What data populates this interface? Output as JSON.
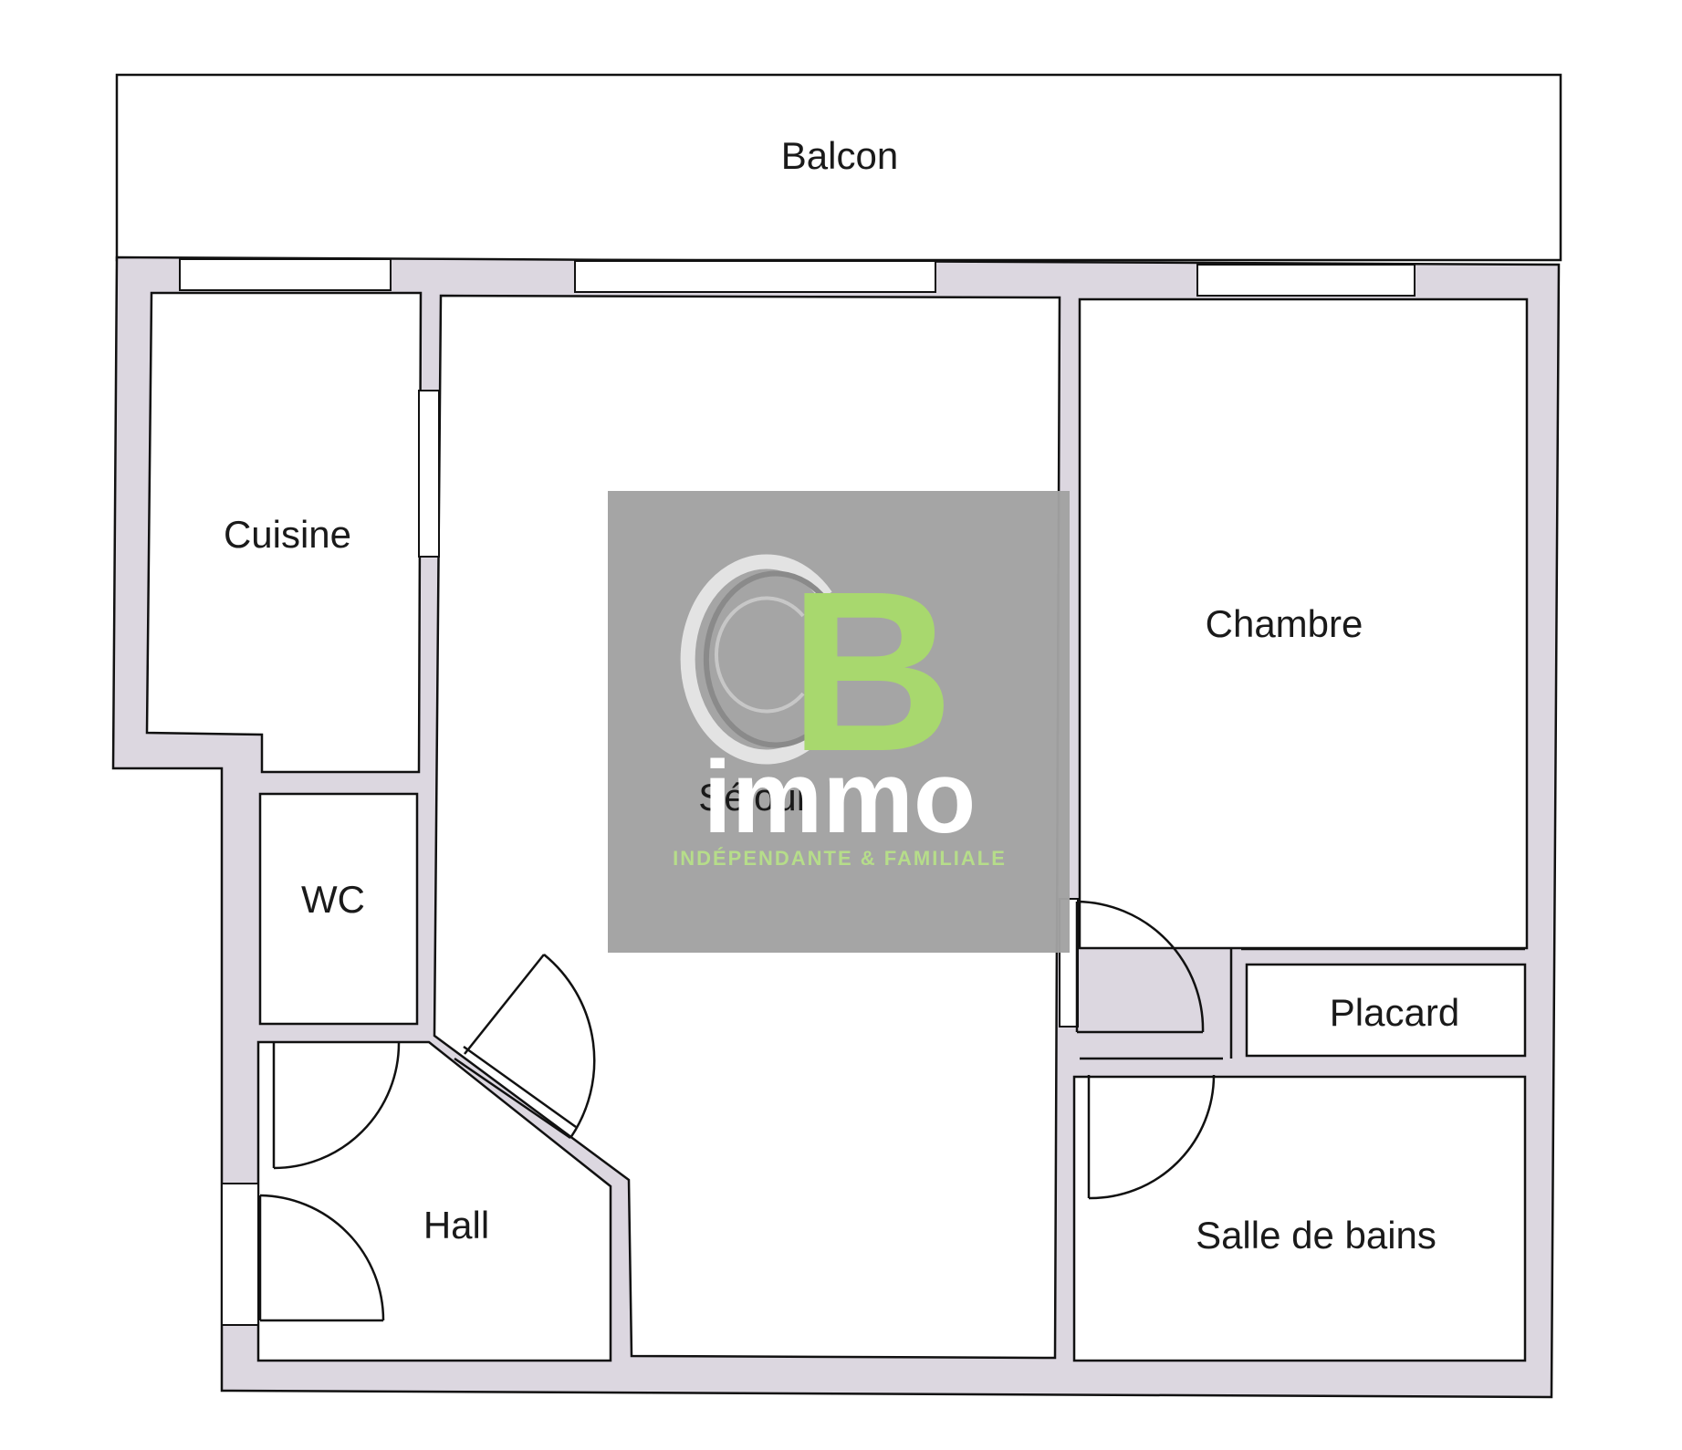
{
  "rooms": {
    "balcon": "Balcon",
    "cuisine": "Cuisine",
    "sejour": "Séjour",
    "chambre": "Chambre",
    "wc": "WC",
    "placard": "Placard",
    "hall": "Hall",
    "salle_de_bains": "Salle de bains"
  },
  "watermark": {
    "letters_c": "C",
    "letters_b": "B",
    "brand": "immo",
    "tagline": "INDÉPENDANTE & FAMILIALE"
  },
  "colors": {
    "wall_fill": "#dcd7e0",
    "watermark_bg": "#a2a2a2",
    "logo_green": "#a8d86e",
    "tagline_green": "#b6dd8a"
  }
}
